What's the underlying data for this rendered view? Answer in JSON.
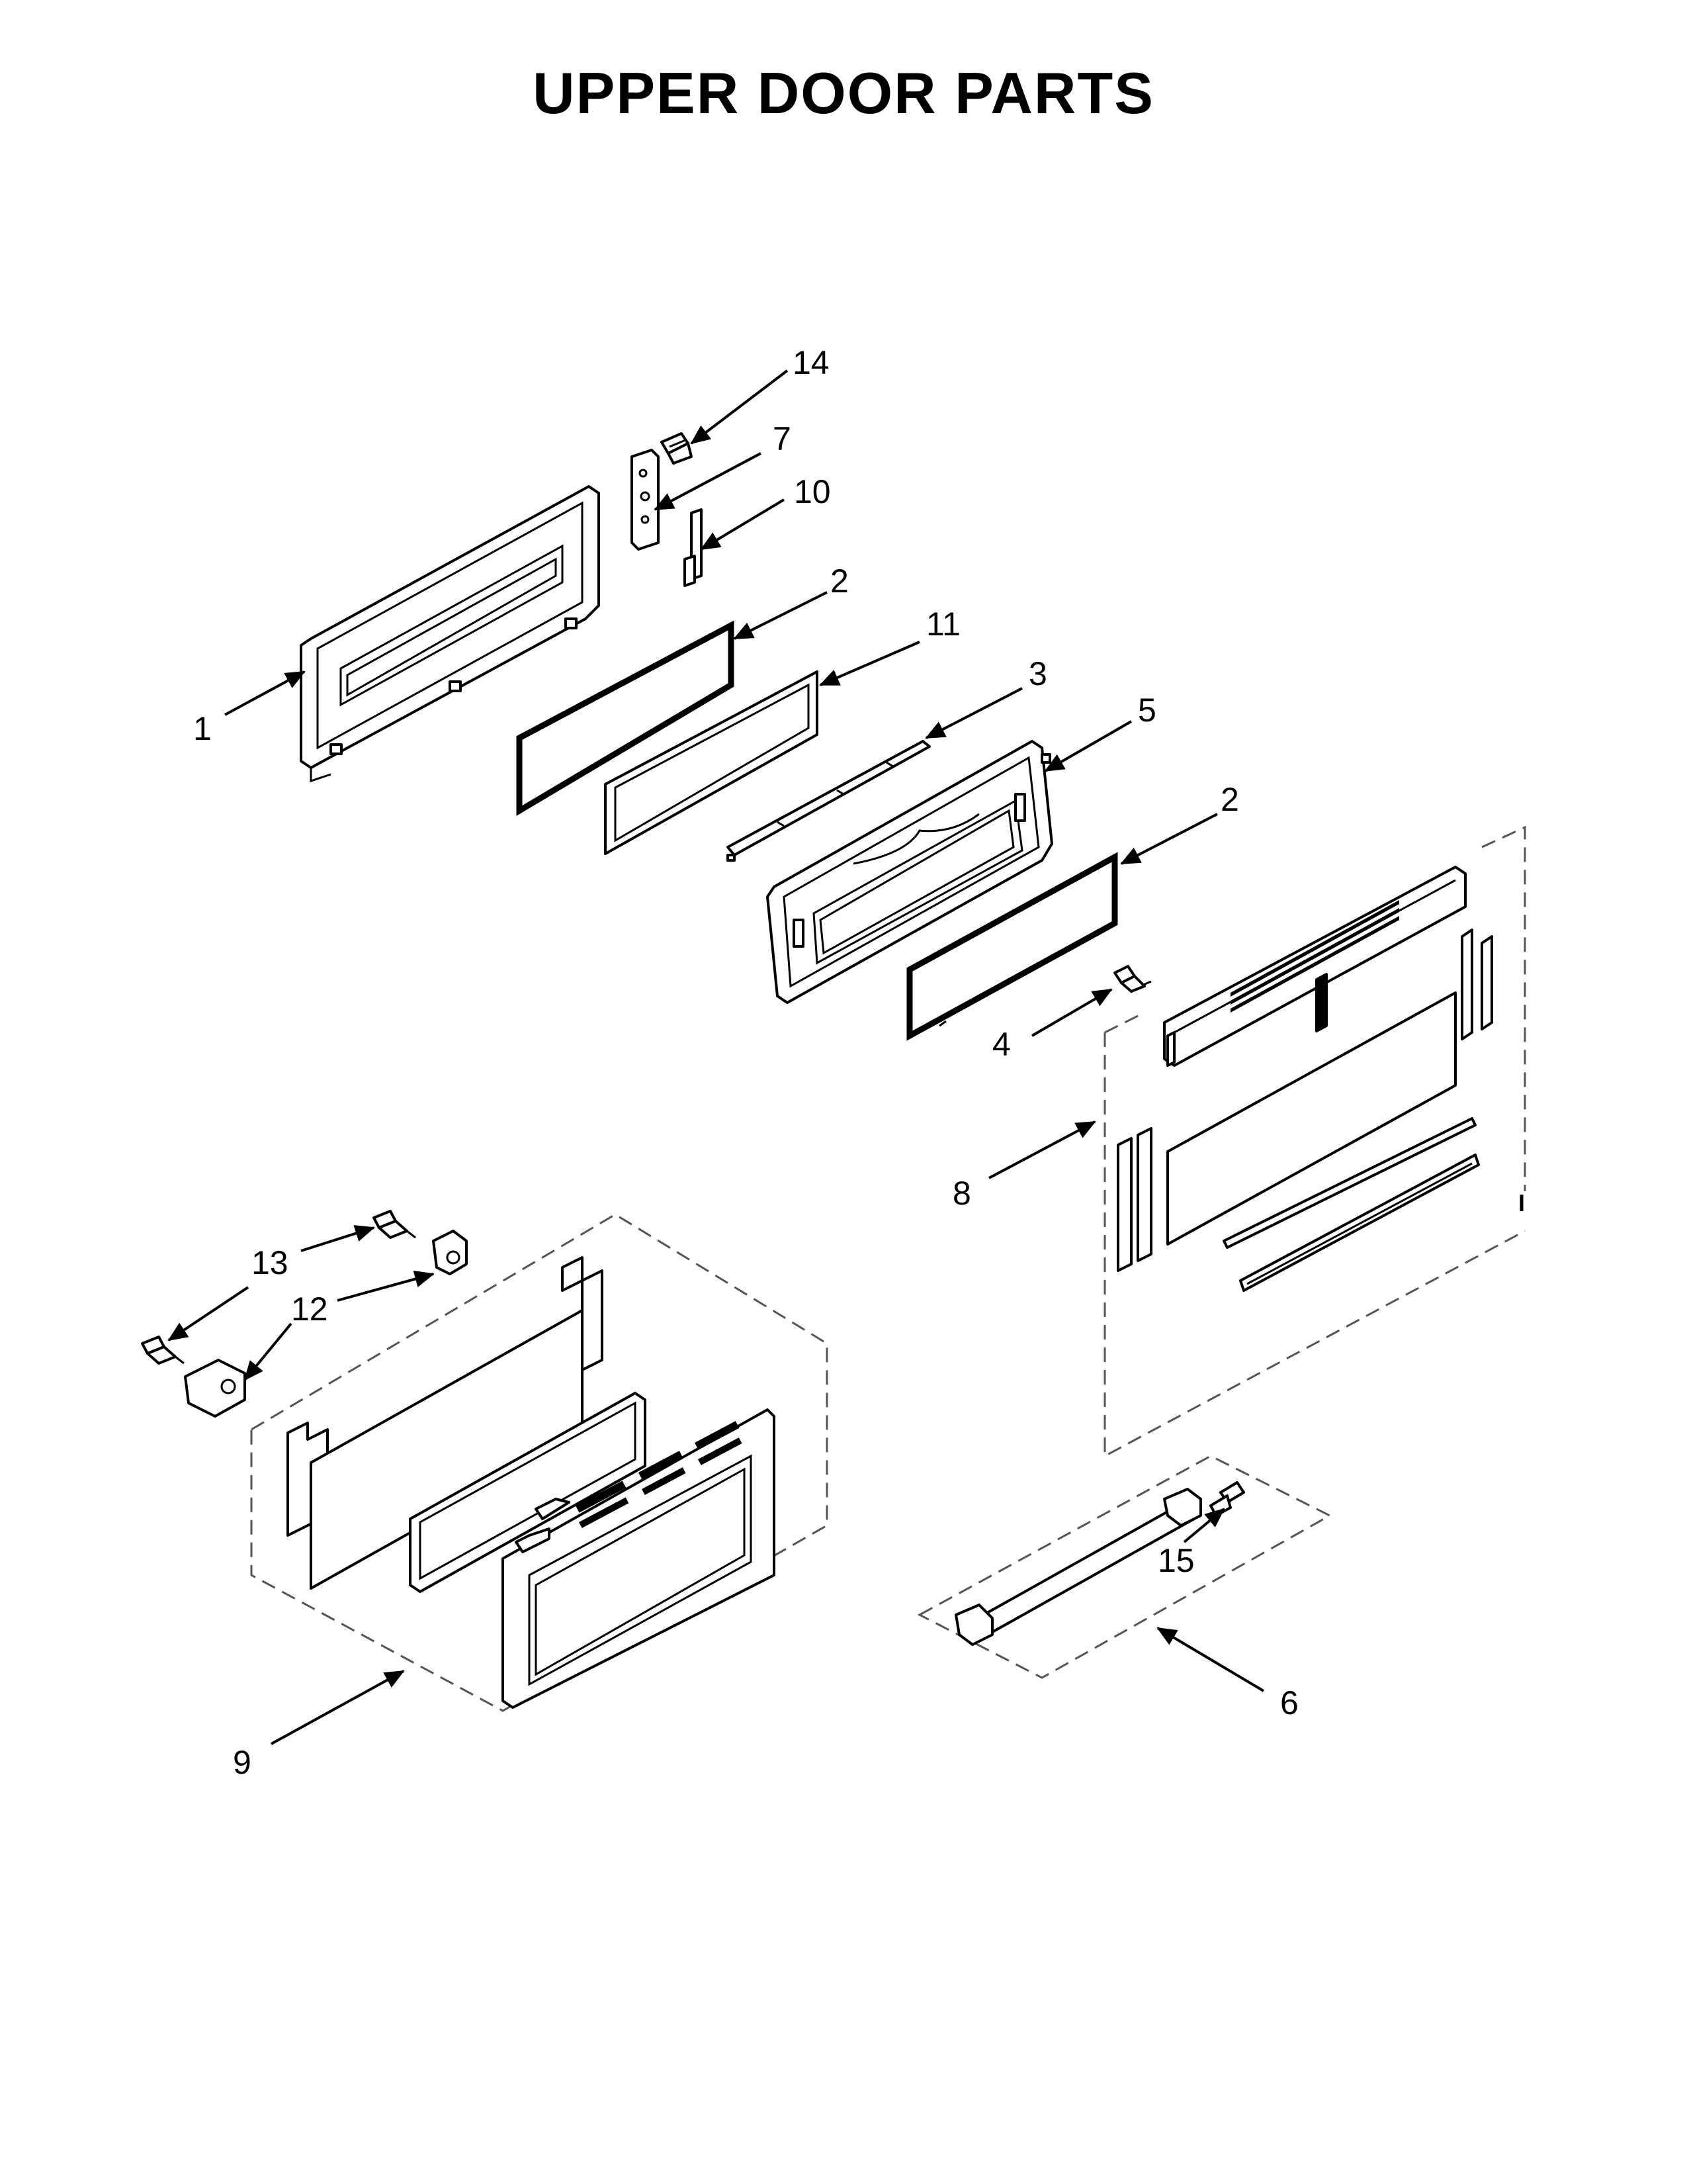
{
  "title": "UPPER DOOR PARTS",
  "callouts": {
    "c1": "1",
    "c2a": "2",
    "c2b": "2",
    "c3": "3",
    "c4": "4",
    "c5": "5",
    "c6": "6",
    "c7": "7",
    "c8": "8",
    "c9": "9",
    "c10": "10",
    "c11": "11",
    "c12": "12",
    "c13": "13",
    "c14": "14",
    "c15": "15"
  }
}
